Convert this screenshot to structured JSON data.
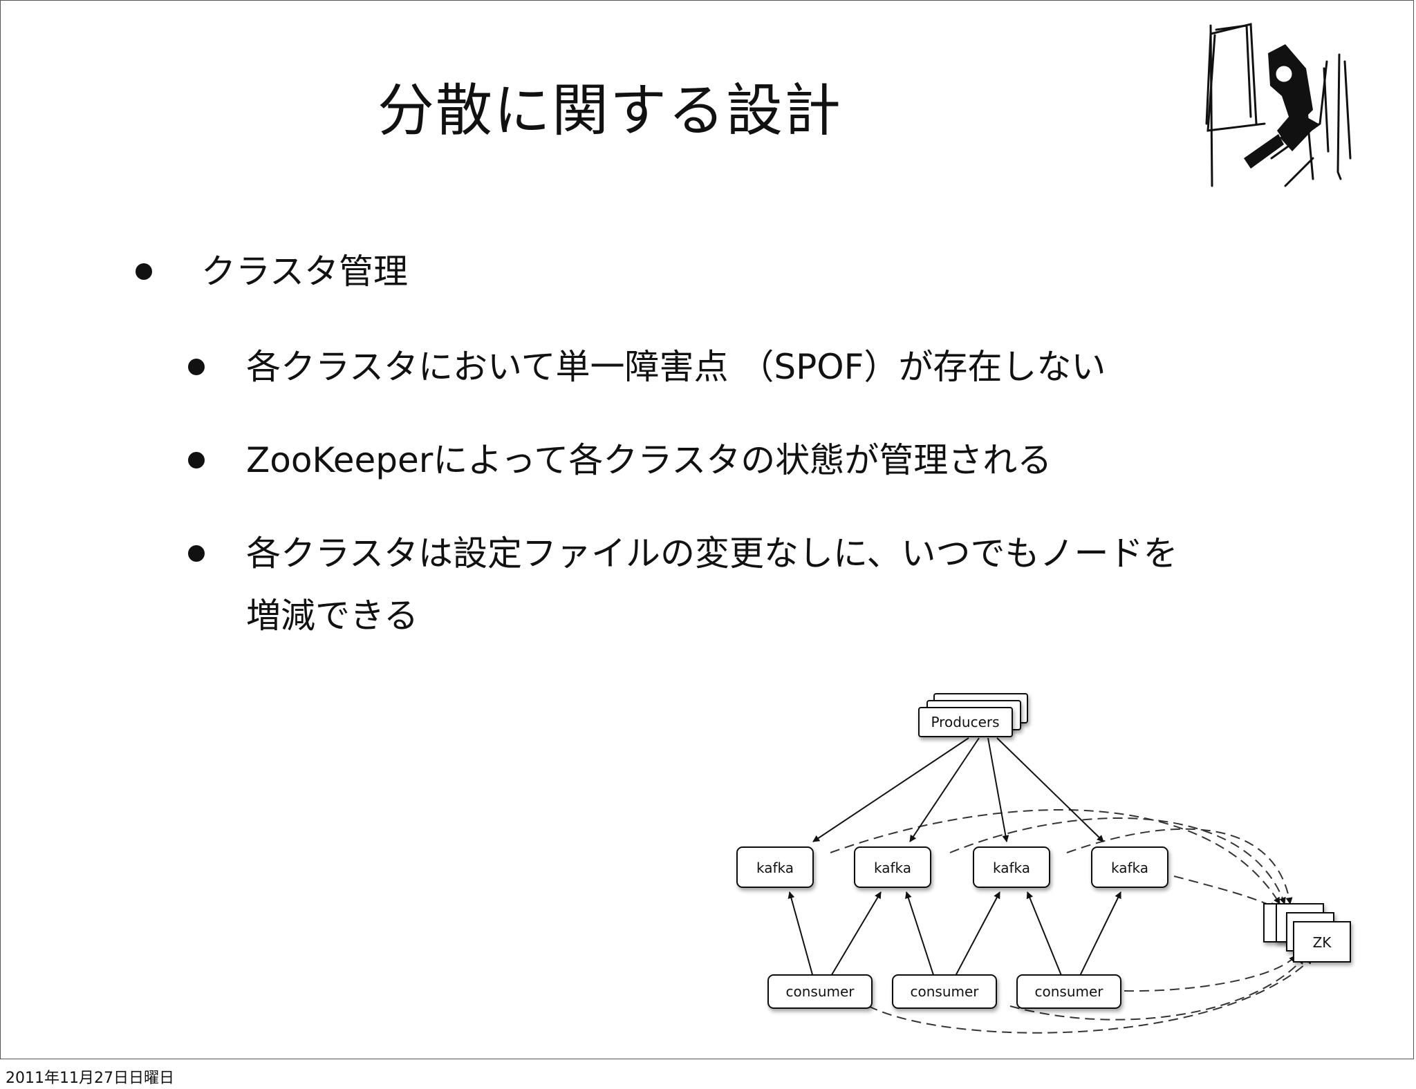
{
  "slide": {
    "title": "分散に関する設計",
    "bullets": [
      {
        "text": "クラスタ管理"
      },
      {
        "text": "各クラスタにおいて単一障害点 （SPOF）が存在しない"
      },
      {
        "text": "ZooKeeperによって各クラスタの状態が管理される"
      },
      {
        "text": "各クラスタは設定ファイルの変更なしに、いつでもノードを",
        "text2": "増減できる"
      }
    ],
    "footer": "2011年11月27日日曜日"
  },
  "diagram": {
    "producers_label": "Producers",
    "kafka_labels": [
      "kafka",
      "kafka",
      "kafka",
      "kafka"
    ],
    "consumer_labels": [
      "consumer",
      "consumer",
      "consumer"
    ],
    "zk_label": "ZK"
  }
}
